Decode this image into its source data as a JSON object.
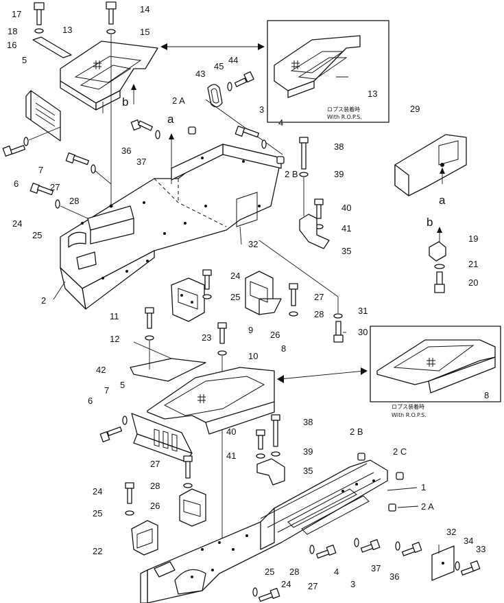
{
  "callouts": {
    "c17a": "17",
    "c18a": "18",
    "c16": "16",
    "c13a": "13",
    "c14": "14",
    "c15": "15",
    "c5a": "5",
    "c6a": "6",
    "c7a": "7",
    "c27a": "27",
    "c28a": "28",
    "c24a": "24",
    "c25a": "25",
    "c2": "2",
    "c36a": "36",
    "c37a": "37",
    "c2Aa": "2 A",
    "c43": "43",
    "c45": "45",
    "c44": "44",
    "c3a": "3",
    "c4a": "4",
    "c2Ba": "2 B",
    "c38a": "38",
    "c39a": "39",
    "c40a": "40",
    "c41a": "41",
    "c35a": "35",
    "c32a": "32",
    "c29": "29",
    "c19": "19",
    "c21": "21",
    "c20": "20",
    "c13b": "13",
    "c24b": "24",
    "c25b": "25",
    "c27b": "27",
    "c28b": "28",
    "c23": "23",
    "c26a": "26",
    "c31": "31",
    "c30": "30",
    "c11": "11",
    "c12": "12",
    "c9": "9",
    "c10": "10",
    "c42": "42",
    "c8a": "8",
    "c8b": "8",
    "c6b": "6",
    "c7b": "7",
    "c5b": "5",
    "c38b": "38",
    "c40b": "40",
    "c39b": "39",
    "c41b": "41",
    "c35b": "35",
    "c2Bb": "2 B",
    "c2C": "2 C",
    "c1": "1",
    "c2Ab": "2 A",
    "c27c": "27",
    "c28c": "28",
    "c24c": "24",
    "c25c": "25",
    "c26b": "26",
    "c22": "22",
    "c32b": "32",
    "c34": "34",
    "c33": "33",
    "c25d": "25",
    "c24d": "24",
    "c28d": "28",
    "c4b": "4",
    "c37b": "37",
    "c27d": "27",
    "c3b": "3",
    "c36b": "36"
  },
  "arrows": {
    "a1": "a",
    "a2": "a",
    "b1": "b",
    "b2": "b"
  },
  "inset_top": {
    "jp": "ロプス装着時",
    "en": "With R.O.P.S."
  },
  "inset_bottom": {
    "jp": "ロプス装着時",
    "en": "With R.O.P.S."
  }
}
